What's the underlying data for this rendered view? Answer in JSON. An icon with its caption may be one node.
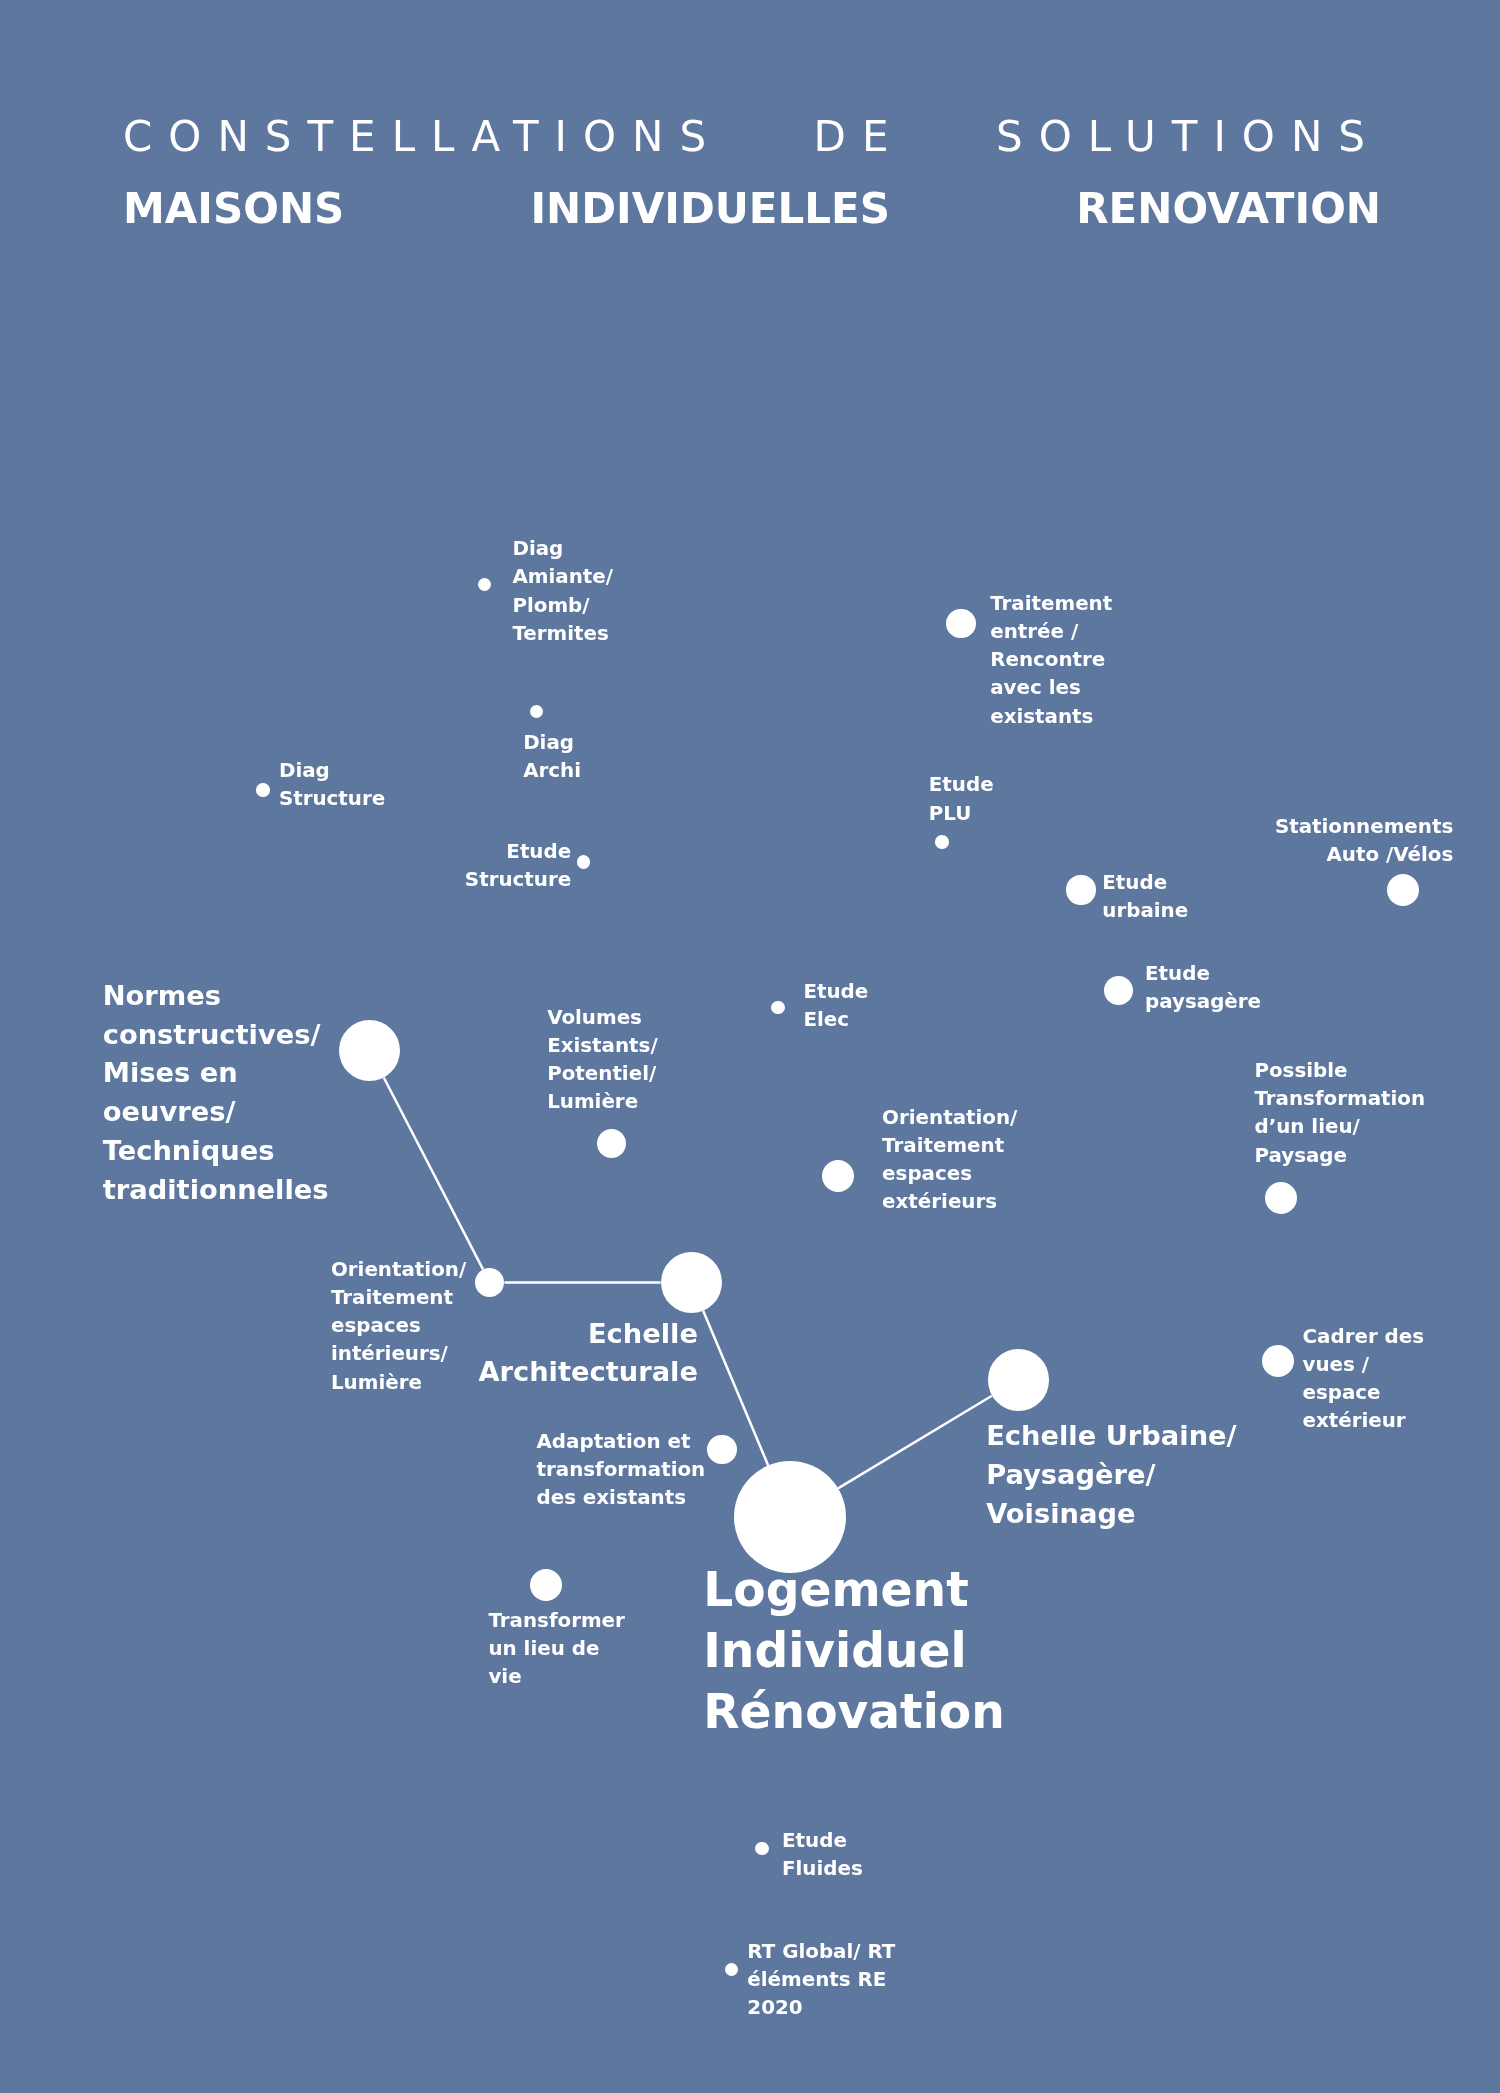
{
  "diagram": {
    "title": "CONSTELLATIONS DE SOLUTIONS",
    "labels": [
      "MAISONS INDIVIDUELLES RENOVATION"
    ],
    "nodes": [
      {
        "text": [
          "Diag Amiante/ Plomb/ Termites"
        ]
      },
      {
        "text": [
          "Traitement entrée / Rencontre avec les existants"
        ]
      },
      {
        "text": [
          "Diag Archi"
        ]
      },
      {
        "text": [
          "Diag Structure"
        ]
      },
      {
        "text": [
          "Etude PLU"
        ]
      },
      {
        "text": [
          "Stationnements Auto /Vélos"
        ]
      },
      {
        "text": [
          "Etude Structure"
        ]
      },
      {
        "text": [
          "Etude urbaine"
        ]
      },
      {
        "text": [
          "Etude paysagère"
        ]
      },
      {
        "text": [
          "Normes constructives/ Mises en oeuvres/ Techniques traditionnelles"
        ]
      },
      {
        "text": [
          "Etude Elec"
        ]
      },
      {
        "text": [
          "Volumes Existants/ Potentiel/ Lumière"
        ]
      },
      {
        "text": [
          "Possible Transformation d’un lieu/ Paysage"
        ]
      },
      {
        "text": [
          "Orientation/ Traitement espaces extérieurs"
        ]
      },
      {
        "text": [
          "Orientation/ Traitement espaces intérieurs/ Lumière"
        ]
      },
      {
        "text": [
          "Echelle Architecturale"
        ]
      },
      {
        "text": [
          "Cadrer des vues / espace extérieur"
        ]
      },
      {
        "text": [
          "Echelle Urbaine/ Paysagère/ Voisinage"
        ]
      },
      {
        "text": [
          "Adaptation et transformation des existants"
        ]
      },
      {
        "text": [
          "Logement Individuel Rénovation"
        ]
      },
      {
        "text": [
          "Transformer un lieu de vie"
        ]
      },
      {
        "text": [
          "Etude Fluides"
        ]
      },
      {
        "text": [
          "RT Global/ RT éléments RE 2020"
        ]
      }
    ],
    "edges": [
      {
        "from": 9,
        "to": 14,
        "arrow": "none"
      },
      {
        "from": 14,
        "to": 15,
        "arrow": "none"
      },
      {
        "from": 15,
        "to": 19,
        "arrow": "none"
      },
      {
        "from": 19,
        "to": 17,
        "arrow": "none"
      }
    ]
  }
}
